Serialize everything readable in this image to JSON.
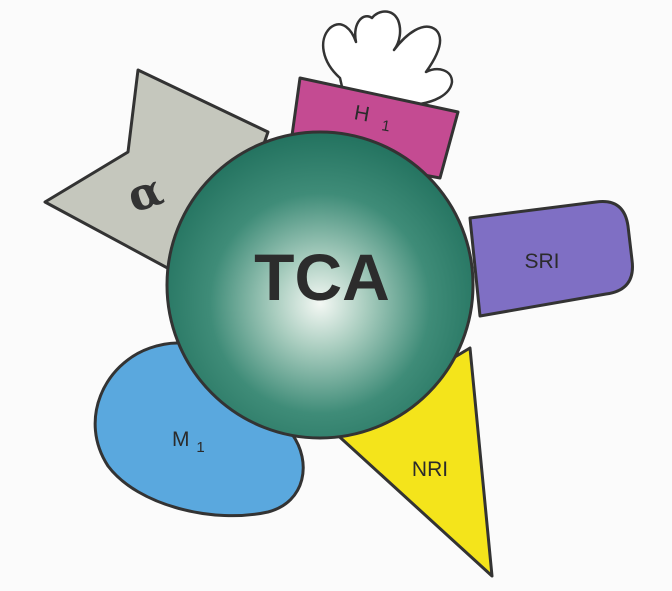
{
  "center": {
    "label": "TCA"
  },
  "receptors": {
    "alpha": {
      "symbol": "α"
    },
    "h1": {
      "main": "H",
      "sub": "1"
    },
    "sri": {
      "label": "SRI"
    },
    "nri": {
      "label": "NRI"
    },
    "m1": {
      "main": "M",
      "sub": "1"
    }
  },
  "colors": {
    "alpha_fill": "#c5c7bd",
    "h1_fill": "#c44b92",
    "sri_fill": "#7f6fc4",
    "nri_fill": "#f4e41b",
    "m1_fill": "#5aa8de",
    "center_fill": "#2a7e6a",
    "center_highlight": "#eef4ef",
    "outline": "#333333",
    "background": "#fbfbfb"
  },
  "icons": [
    "hand-icon"
  ]
}
